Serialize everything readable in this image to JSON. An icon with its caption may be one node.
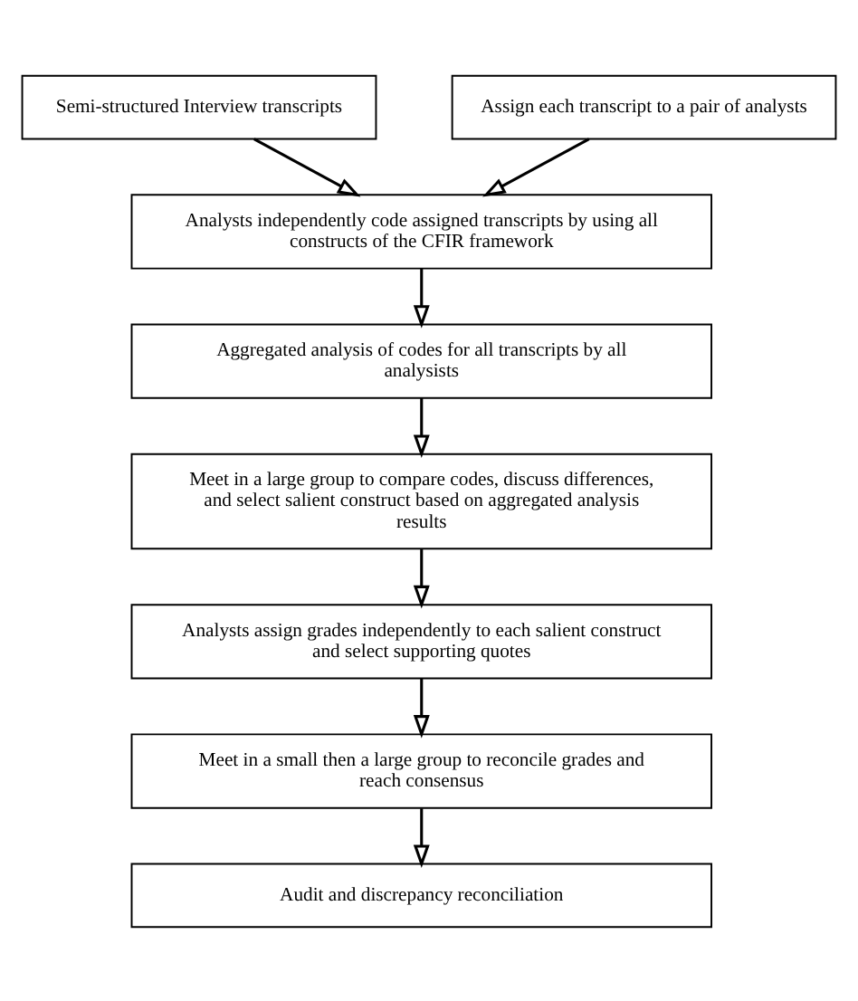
{
  "diagram": {
    "nodes": [
      {
        "text": [
          "Semi-structured Interview transcripts"
        ]
      },
      {
        "text": [
          "Assign each transcript to a pair of analysts"
        ]
      },
      {
        "text": [
          "Analysts independently code assigned transcripts by using all constructs of the CFIR framework"
        ]
      },
      {
        "text": [
          "Aggregated analysis of codes for all transcripts by all analysists"
        ]
      },
      {
        "text": [
          "Meet in a large group to compare codes, discuss differences, and select salient construct based on aggregated analysis results"
        ]
      },
      {
        "text": [
          "Analysts assign grades independently to each salient construct and select supporting quotes"
        ]
      },
      {
        "text": [
          "Meet in a small then a large group to reconcile grades and reach consensus"
        ]
      },
      {
        "text": [
          "Audit and discrepancy reconciliation"
        ]
      }
    ],
    "edges": [
      {
        "from": 0,
        "to": 2,
        "arrow": "to"
      },
      {
        "from": 1,
        "to": 2,
        "arrow": "to"
      },
      {
        "from": 2,
        "to": 3,
        "arrow": "to"
      },
      {
        "from": 3,
        "to": 4,
        "arrow": "to"
      },
      {
        "from": 4,
        "to": 5,
        "arrow": "to"
      },
      {
        "from": 5,
        "to": 6,
        "arrow": "to"
      },
      {
        "from": 6,
        "to": 7,
        "arrow": "to"
      }
    ]
  }
}
